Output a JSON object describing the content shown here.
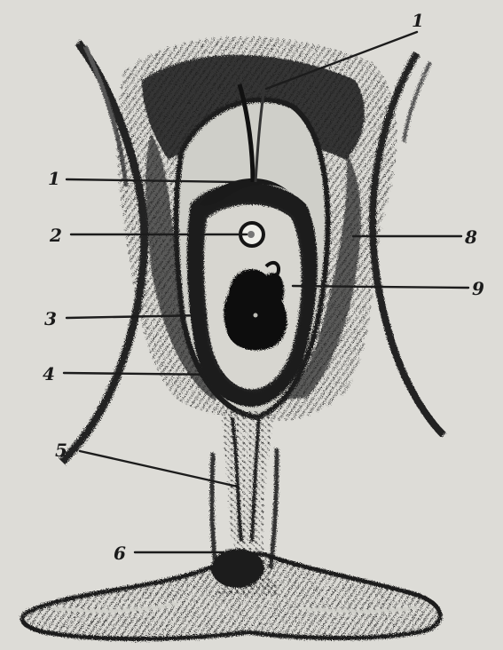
{
  "figure": {
    "colors": {
      "paper": "#dddcd7",
      "ink": "#151515",
      "shade": "#5a5a56"
    },
    "callouts": [
      {
        "id": "c1_top",
        "label": "1"
      },
      {
        "id": "c1",
        "label": "1"
      },
      {
        "id": "c2",
        "label": "2"
      },
      {
        "id": "c3",
        "label": "3"
      },
      {
        "id": "c4",
        "label": "4"
      },
      {
        "id": "c5",
        "label": "5"
      },
      {
        "id": "c6",
        "label": "6"
      },
      {
        "id": "c8",
        "label": "8"
      },
      {
        "id": "c9",
        "label": "9"
      }
    ]
  }
}
